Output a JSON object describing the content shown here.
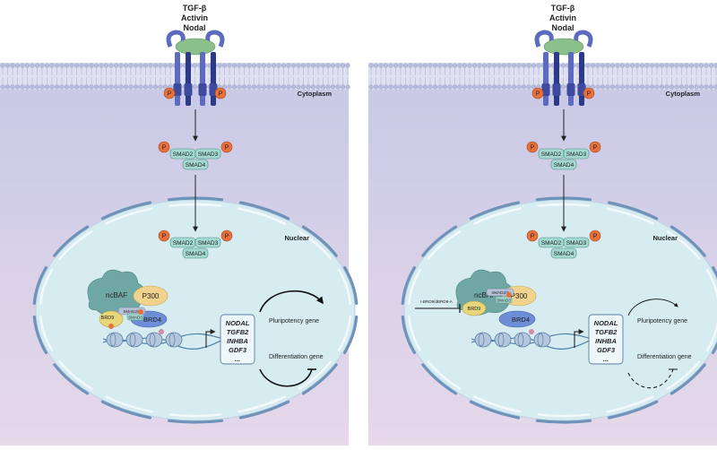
{
  "ligands": [
    "TGF-β",
    "Activin",
    "Nodal"
  ],
  "compartments": {
    "cytoplasm": "Cytoplasm",
    "nuclear": "Nuclear"
  },
  "phospho": "P",
  "smad": {
    "smad2": "SMAD2",
    "smad3": "SMAD3",
    "smad4": "SMAD4"
  },
  "complex": {
    "ncbaf": "ncBAF",
    "p300": "P300",
    "brd9": "BRD9",
    "brd4": "BRD4",
    "smad23_small": "SMAD2/3",
    "smad3_small": "SMAD3"
  },
  "inhibitor": "I-BRD9/dBRD9-A",
  "genes": [
    "NODAL",
    "TGFB2",
    "INHBA",
    "GDF3",
    "..."
  ],
  "outputs": {
    "pluripotency": "Pluripotency gene",
    "differentiation": "Differentiation gene"
  },
  "colors": {
    "background_top": "#c9cbe6",
    "background_bottom": "#e6d7ea",
    "membrane": "#9aa0c8",
    "nucleus_fill": "#d6ecf1",
    "nuclear_envelope": "#6f93b8",
    "receptor": "#5c6bbf",
    "receptor_dark": "#2c3a8a",
    "ligand": "#8cc08a",
    "phospho": "#e8703c",
    "smad": "#a3d9d1",
    "ncbaf": "#6fa7a5",
    "p300": "#f1d38e",
    "brd4": "#6d8ed6",
    "brd9": "#e8d77a"
  }
}
